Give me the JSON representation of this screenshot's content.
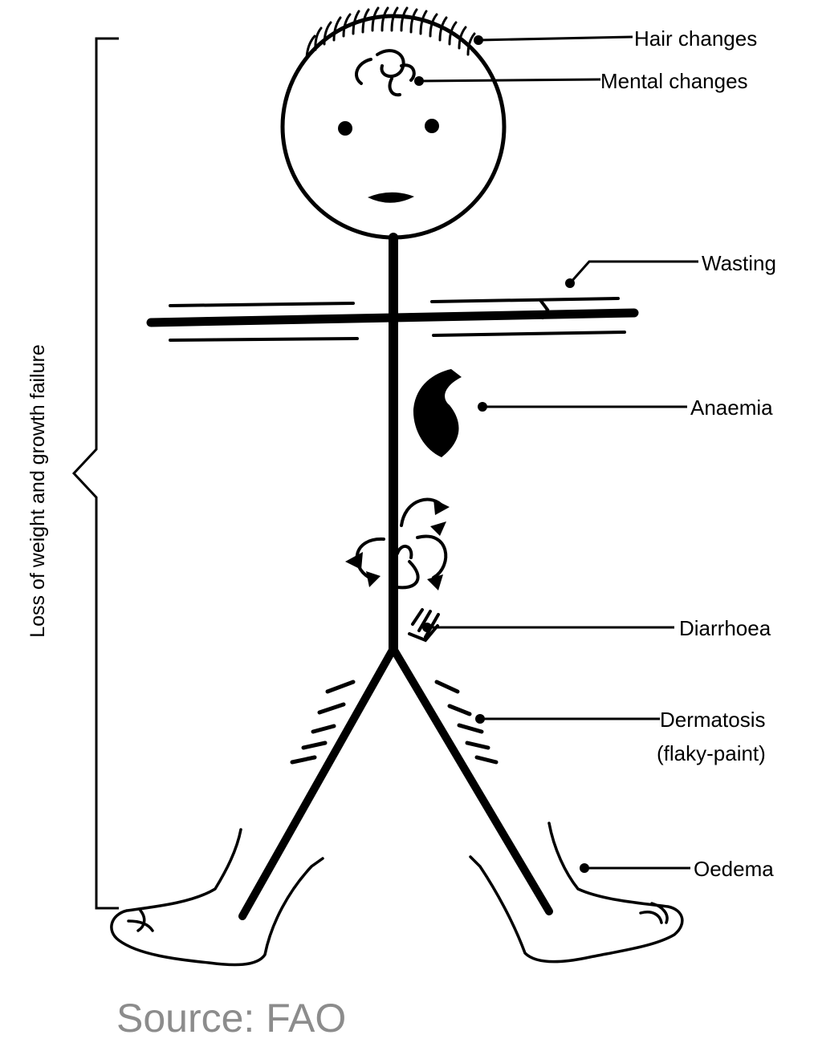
{
  "labels": {
    "hair": "Hair changes",
    "mental": "Mental changes",
    "wasting": "Wasting",
    "anaemia": "Anaemia",
    "diarrhoea": "Diarrhoea",
    "dermatosis_line1": "Dermatosis",
    "dermatosis_line2": "(flaky-paint)",
    "oedema": "Oedema"
  },
  "side_label": "Loss of weight and growth failure",
  "source": "Source: FAO",
  "colors": {
    "ink": "#000000",
    "source_text": "#8c8c8c"
  }
}
